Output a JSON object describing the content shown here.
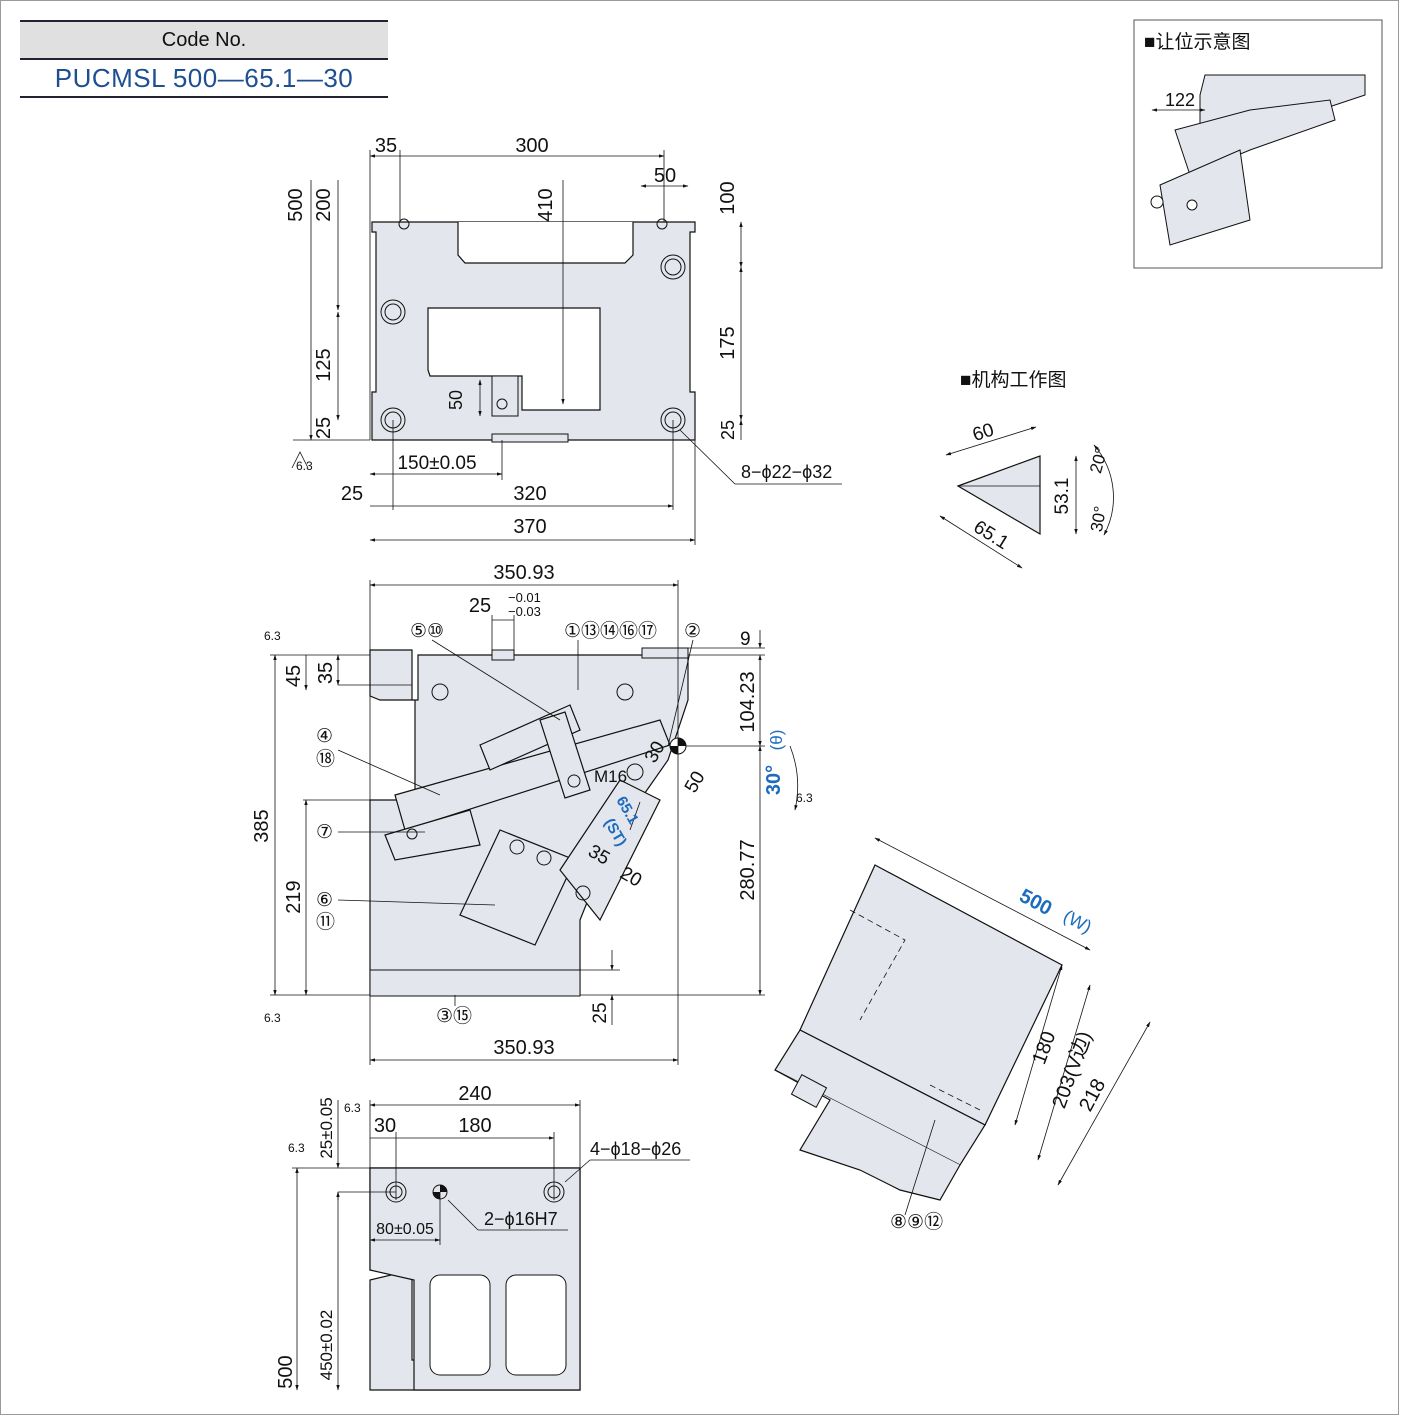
{
  "header": {
    "code_label": "Code No.",
    "code_value": "PUCMSL 500—65.1—30"
  },
  "inset_clearance": {
    "title": "■让位示意图",
    "dim": "122"
  },
  "mechanism": {
    "title": "■机构工作图",
    "d60": "60",
    "d651": "65.1",
    "d531": "53.1",
    "a20": "20°",
    "a30": "30°"
  },
  "top_view": {
    "d35": "35",
    "d300": "300",
    "d50": "50",
    "d410": "410",
    "d500": "500",
    "d200": "200",
    "d100": "100",
    "d125": "125",
    "d175": "175",
    "d25a": "25",
    "d25b": "25",
    "d50v": "50",
    "d150": "150±0.05",
    "d25c": "25",
    "d320": "320",
    "d370": "370",
    "holes": "8−ϕ22−ϕ32",
    "rough": "6.3"
  },
  "front_view": {
    "d35093top": "350.93",
    "tol": "25",
    "tol_up": "−0.01",
    "tol_dn": "−0.03",
    "d9": "9",
    "d10423": "104.23",
    "d28077": "280.77",
    "d385": "385",
    "d219": "219",
    "d45": "45",
    "d35": "35",
    "d25": "25",
    "d35093bot": "350.93",
    "d30": "30",
    "d50": "50",
    "d35b": "35",
    "d20": "20",
    "m16": "M16",
    "st": "65.1",
    "st2": "(ST)",
    "angle": "30°",
    "theta": "(θ)",
    "callouts": {
      "c510": "⑤⑩",
      "c1": "①⑬⑭⑯⑰",
      "c2": "②",
      "c4": "④",
      "c18": "⑱",
      "c7": "⑦",
      "c6": "⑥",
      "c11": "⑪",
      "c315": "③⑮"
    },
    "rough": "6.3"
  },
  "bottom_view": {
    "d240": "240",
    "d30": "30",
    "d180": "180",
    "d25": "25±0.05",
    "d80": "80±0.05",
    "d500": "500",
    "d450": "450±0.02",
    "holes1": "4−ϕ18−ϕ26",
    "holes2": "2−ϕ16H7",
    "rough": "6.3"
  },
  "side_view": {
    "w": "500",
    "w2": "(W)",
    "d180": "180",
    "d203": "203(V边)",
    "d218": "218",
    "callout": "⑧⑨⑫"
  },
  "colors": {
    "part_fill": "#e3e6ec",
    "line": "#111111",
    "accent_blue": "#1c6bbf"
  }
}
